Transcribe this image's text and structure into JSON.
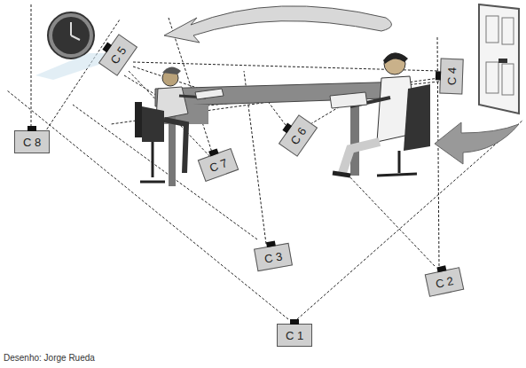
{
  "diagram": {
    "caption": "Desenho: Jorge Rueda",
    "nodes": [
      {
        "text": [
          "C 5"
        ]
      },
      {
        "text": [
          "C 4"
        ]
      },
      {
        "text": [
          "C 8"
        ]
      },
      {
        "text": [
          "C 7"
        ]
      },
      {
        "text": [
          "C 6"
        ]
      },
      {
        "text": [
          "C 3"
        ]
      },
      {
        "text": [
          "C 2"
        ]
      },
      {
        "text": [
          "C 1"
        ]
      }
    ]
  }
}
